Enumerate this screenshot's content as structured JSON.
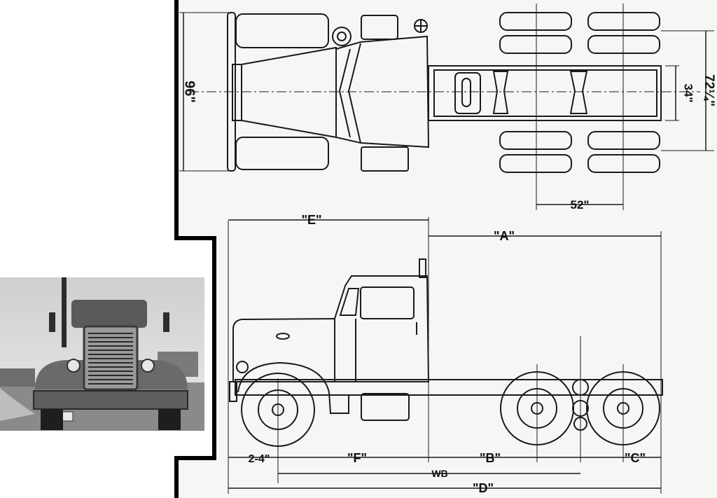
{
  "top_view": {
    "overall_width": "96\"",
    "frame_width": "34\"",
    "track_width": "72¼\"",
    "axle_spacing": "52\""
  },
  "side_view": {
    "dim_e": "\"E\"",
    "dim_a": "\"A\"",
    "dim_front": "2-4\"",
    "dim_f": "\"F\"",
    "dim_b": "\"B\"",
    "dim_c": "\"C\"",
    "dim_wb": "WB",
    "dim_d": "\"D\""
  },
  "colors": {
    "paper": "#f5f5f3",
    "ink": "#1a1a1a",
    "border": "#000000"
  }
}
